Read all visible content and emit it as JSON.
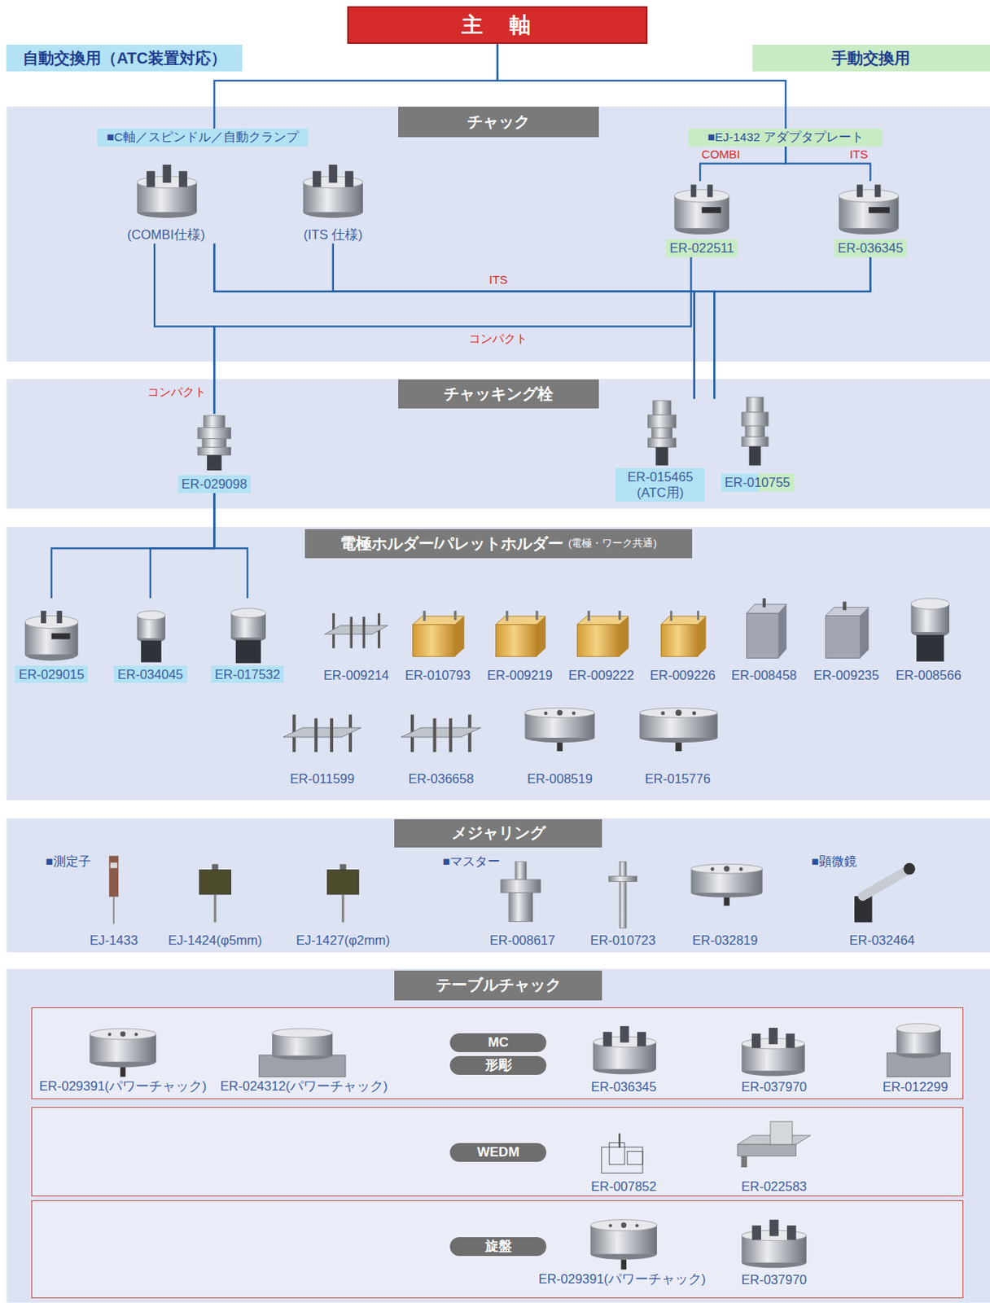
{
  "diagram": {
    "nodes": [
      {
        "text": [
          "主　軸"
        ]
      },
      {
        "text": [
          "自動交換用（ATC装置対応）"
        ]
      },
      {
        "text": [
          "手動交換用"
        ]
      },
      {
        "text": [
          "チャック"
        ]
      },
      {
        "text": [
          "■C軸／スピンドル／自動クランプ"
        ],
        "in": 3
      },
      {
        "text": [
          "(COMBI仕様)"
        ],
        "in": 3
      },
      {
        "text": [
          "(ITS 仕様)"
        ],
        "in": 3
      },
      {
        "text": [
          "■EJ-1432 アダプタプレート"
        ],
        "in": 3
      },
      {
        "text": [
          "ER-022511"
        ],
        "in": 3
      },
      {
        "text": [
          "ER-036345"
        ],
        "in": 3
      },
      {
        "text": [
          "チャッキング栓"
        ]
      },
      {
        "text": [
          "ER-029098"
        ],
        "in": 10
      },
      {
        "text": [
          "ER-015465 (ATC用)"
        ],
        "in": 10
      },
      {
        "text": [
          "ER-010755"
        ],
        "in": 10
      },
      {
        "text": [
          "電極ホルダー/パレットホルダー",
          "(電極・ワーク共通)"
        ]
      },
      {
        "text": [
          "ER-029015"
        ],
        "in": 14
      },
      {
        "text": [
          "ER-034045"
        ],
        "in": 14
      },
      {
        "text": [
          "ER-017532"
        ],
        "in": 14
      },
      {
        "text": [
          "メジャリング"
        ]
      },
      {
        "text": [
          "テーブルチャック"
        ]
      },
      {
        "text": [
          "MC",
          "形彫"
        ],
        "in": 19
      },
      {
        "text": [
          "WEDM"
        ],
        "in": 19
      },
      {
        "text": [
          "旋盤"
        ],
        "in": 19
      }
    ],
    "edges": [
      {
        "from": 0,
        "to": 4,
        "arrow": "none"
      },
      {
        "from": 0,
        "to": 7,
        "arrow": "none"
      },
      {
        "from": 7,
        "to": 8,
        "label": "COMBI",
        "arrow": "none"
      },
      {
        "from": 7,
        "to": 9,
        "label": "ITS",
        "arrow": "none"
      },
      {
        "from": 5,
        "to": 12,
        "label": "ITS",
        "arrow": "none"
      },
      {
        "from": 5,
        "to": 13,
        "arrow": "none"
      },
      {
        "from": 6,
        "to": 12,
        "arrow": "none"
      },
      {
        "from": 6,
        "to": 13,
        "arrow": "none"
      },
      {
        "from": 9,
        "to": 12,
        "arrow": "none"
      },
      {
        "from": 9,
        "to": 13,
        "arrow": "none"
      },
      {
        "from": 5,
        "to": 11,
        "label": "コンパクト",
        "arrow": "none"
      },
      {
        "from": 8,
        "to": 11,
        "label": "コンパクト",
        "arrow": "none"
      },
      {
        "from": 11,
        "to": 15,
        "arrow": "none"
      },
      {
        "from": 11,
        "to": 16,
        "arrow": "none"
      },
      {
        "from": 11,
        "to": 17,
        "arrow": "none"
      }
    ],
    "labels": [
      "ER-009214",
      "ER-010793",
      "ER-009219",
      "ER-009222",
      "ER-009226",
      "ER-008458",
      "ER-009235",
      "ER-008566",
      "ER-011599",
      "ER-036658",
      "ER-008519",
      "ER-015776",
      "■測定子",
      "EJ-1433",
      "EJ-1424(φ5mm)",
      "EJ-1427(φ2mm)",
      "■マスター",
      "ER-008617",
      "ER-010723",
      "ER-032819",
      "■顕微鏡",
      "ER-032464",
      "ER-029391(パワーチャック)",
      "ER-024312(パワーチャック)",
      "ER-036345",
      "ER-037970",
      "ER-012299",
      "ER-007852",
      "ER-022583",
      "ER-029391(パワーチャック)",
      "ER-037970"
    ]
  }
}
